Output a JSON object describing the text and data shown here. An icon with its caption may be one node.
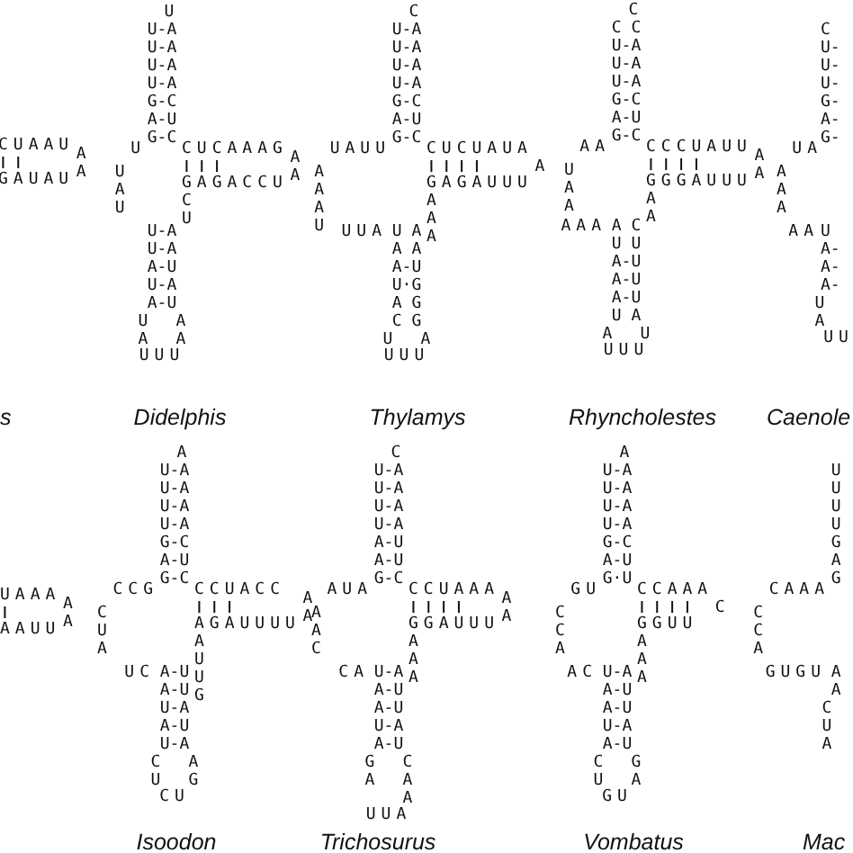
{
  "diagram": {
    "labels": [
      "CUAAU",
      "A A",
      "GAUAU",
      "s",
      "U",
      "U-A U-A U-A U-A G-C A-U G-C",
      "U",
      "U A U",
      "CUCAAAG",
      "A A",
      "GAGACCU",
      "C U",
      "U-A U-A A-U U-A A-U",
      "U A",
      "UUU",
      "A A",
      "Didelphis",
      "C",
      "U-A U-A U-A U-A G-C A-U G-C",
      "UAUU",
      "A A A U",
      "UUA",
      "CUCUAUA",
      "A",
      "GAGAUUU",
      "A A A",
      "U A A A A-U U·G A G C G",
      "U",
      "UUU",
      "A",
      "Thylamys",
      "C",
      "C C U-A U-A U-A G-C A-U G-C",
      "AA",
      "U A A",
      "AAA",
      "CCCUAUU",
      "A A",
      "GGGAUUU",
      "A A",
      "A C U U A-U A-U A-U U A",
      "A",
      "UUU",
      "U",
      "Rhyncholestes",
      "C U- U- U- G- A- G-",
      "UA",
      "A A A",
      "AA",
      "U A- A- A-",
      "U A",
      "UU",
      "Caenole",
      "UAAA",
      "A A",
      "AAUU",
      "A",
      "U-A U-A U-A U-A G-C A-U G-C",
      "CCG",
      "C U A",
      "UC",
      "CCUACC",
      "A A",
      "AGAUUUU",
      "A U U G",
      "A-U A-U U-A A-U U-A",
      "C U",
      "CU",
      "A G",
      "Isoodon",
      "C",
      "U-A U-A U-A U-A A-U A-U G-C",
      "AUA",
      "A A C",
      "CA",
      "CCUAAA",
      "A A",
      "GGAUUU",
      "A A A",
      "U-A A-U A-U U-A A-U",
      "G A",
      "UUA",
      "C A A",
      "Trichosurus",
      "A",
      "U-A U-A U-A U-A G-C A-U G·U",
      "GU",
      "C C A",
      "AC",
      "CCAAA",
      "C",
      "GGUU",
      "A A A",
      "U-A A-U A-U U-A A-U",
      "C U",
      "GU",
      "G A",
      "Vombatus",
      "U U U U G A G",
      "CAAA",
      "C C A",
      "GUGU",
      "A A",
      "C U A",
      "Mac"
    ]
  }
}
